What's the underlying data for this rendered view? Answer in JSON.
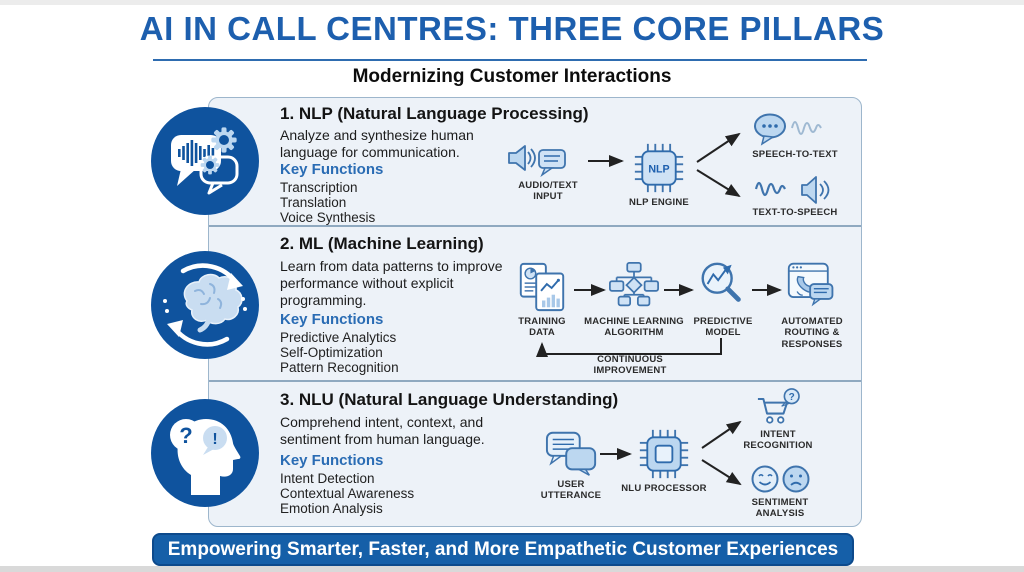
{
  "header": {
    "title": "AI IN CALL CENTRES: THREE CORE PILLARS",
    "subtitle": "Modernizing Customer Interactions"
  },
  "sections": [
    {
      "heading": "1. NLP (Natural Language Processing)",
      "description": "Analyze and synthesize human language for communication.",
      "key_functions_label": "Key Functions",
      "functions": [
        "Transcription",
        "Translation",
        "Voice Synthesis"
      ],
      "icon": "speech-bubble-gears-icon",
      "flow": {
        "input_label": "AUDIO/TEXT INPUT",
        "engine_chip_text": "NLP",
        "engine_label": "NLP ENGINE",
        "branch_top_label": "SPEECH-TO-TEXT",
        "branch_bottom_label": "TEXT-TO-SPEECH"
      }
    },
    {
      "heading": "2. ML (Machine Learning)",
      "description": "Learn from data patterns to improve performance without explicit programming.",
      "key_functions_label": "Key Functions",
      "functions": [
        "Predictive Analytics",
        "Self-Optimization",
        "Pattern Recognition"
      ],
      "icon": "brain-cycle-icon",
      "flow": {
        "step1_label": "TRAINING DATA",
        "step2_label": "MACHINE LEARNING ALGORITHM",
        "step3_label": "PREDICTIVE MODEL",
        "step4_label": "AUTOMATED ROUTING & RESPONSES",
        "feedback_label": "CONTINUOUS IMPROVEMENT"
      }
    },
    {
      "heading": "3. NLU (Natural Language Understanding)",
      "description": "Comprehend intent, context, and sentiment from human language.",
      "key_functions_label": "Key Functions",
      "functions": [
        "Intent Detection",
        "Contextual Awareness",
        "Emotion Analysis"
      ],
      "icon": "thinking-head-icon",
      "flow": {
        "input_label": "USER UTTERANCE",
        "engine_label": "NLU PROCESSOR",
        "branch_top_label": "INTENT RECOGNITION",
        "branch_bottom_label": "SENTIMENT ANALYSIS"
      }
    }
  ],
  "footer": {
    "banner": "Empowering Smarter, Faster, and More Empathetic Customer Experiences"
  },
  "glyphs": {
    "question": "?",
    "exclamation": "!"
  },
  "colors": {
    "title_blue": "#1d5fae",
    "accent_blue": "#2a6cb4",
    "circle_blue": "#0f539e",
    "banner_blue": "#155fa8",
    "panel_bg": "#edf2f8",
    "panel_border": "#9db6cc"
  }
}
